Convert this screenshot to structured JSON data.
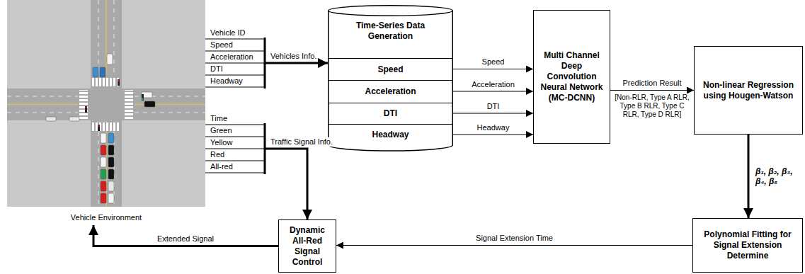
{
  "diagram": {
    "nodes": [
      {
        "text": [
          "Vehicle Environment"
        ]
      },
      {
        "text": [
          "Time-Series Data Generation"
        ]
      },
      {
        "text": [
          "Speed"
        ],
        "in": 1
      },
      {
        "text": [
          "Acceleration"
        ],
        "in": 1
      },
      {
        "text": [
          "DTI"
        ],
        "in": 1
      },
      {
        "text": [
          "Headway"
        ],
        "in": 1
      },
      {
        "text": [
          "Multi Channel Deep Convolution Neural Network (MC-DCNN)"
        ]
      },
      {
        "text": [
          "Non-linear Regression using Hougen-Watson"
        ]
      },
      {
        "text": [
          "Polynomial Fitting for Signal Extension Determine"
        ]
      },
      {
        "text": [
          "Dynamic All-Red Signal Control"
        ]
      }
    ],
    "edges": [
      {
        "from": 0,
        "to": 1,
        "label": "Vehicles Info.",
        "arrow": "to"
      },
      {
        "from": 2,
        "to": 6,
        "label": "Speed",
        "arrow": "to"
      },
      {
        "from": 3,
        "to": 6,
        "label": "Acceleration",
        "arrow": "to"
      },
      {
        "from": 4,
        "to": 6,
        "label": "DTI",
        "arrow": "to"
      },
      {
        "from": 5,
        "to": 6,
        "label": "Headway",
        "arrow": "to"
      },
      {
        "from": 6,
        "to": 7,
        "label": "Prediction Result",
        "arrow": "to"
      },
      {
        "from": 7,
        "to": 8,
        "label": "β₁, β₂, β₃, β₄, β₅",
        "arrow": "to"
      },
      {
        "from": 8,
        "to": 9,
        "label": "Signal Extension Time",
        "arrow": "to"
      },
      {
        "from": 0,
        "to": 9,
        "label": "Traffic Signal Info.",
        "arrow": "to"
      },
      {
        "from": 9,
        "to": 0,
        "label": "Extended Signal",
        "arrow": "to"
      }
    ],
    "labels": [
      "Vehicle ID",
      "Speed",
      "Acceleration",
      "DTI",
      "Headway",
      "Time",
      "Green",
      "Yellow",
      "Red",
      "All-red",
      "[Non-RLR, Type A RLR, Type B RLR, Type C RLR, Type D RLR]"
    ]
  }
}
